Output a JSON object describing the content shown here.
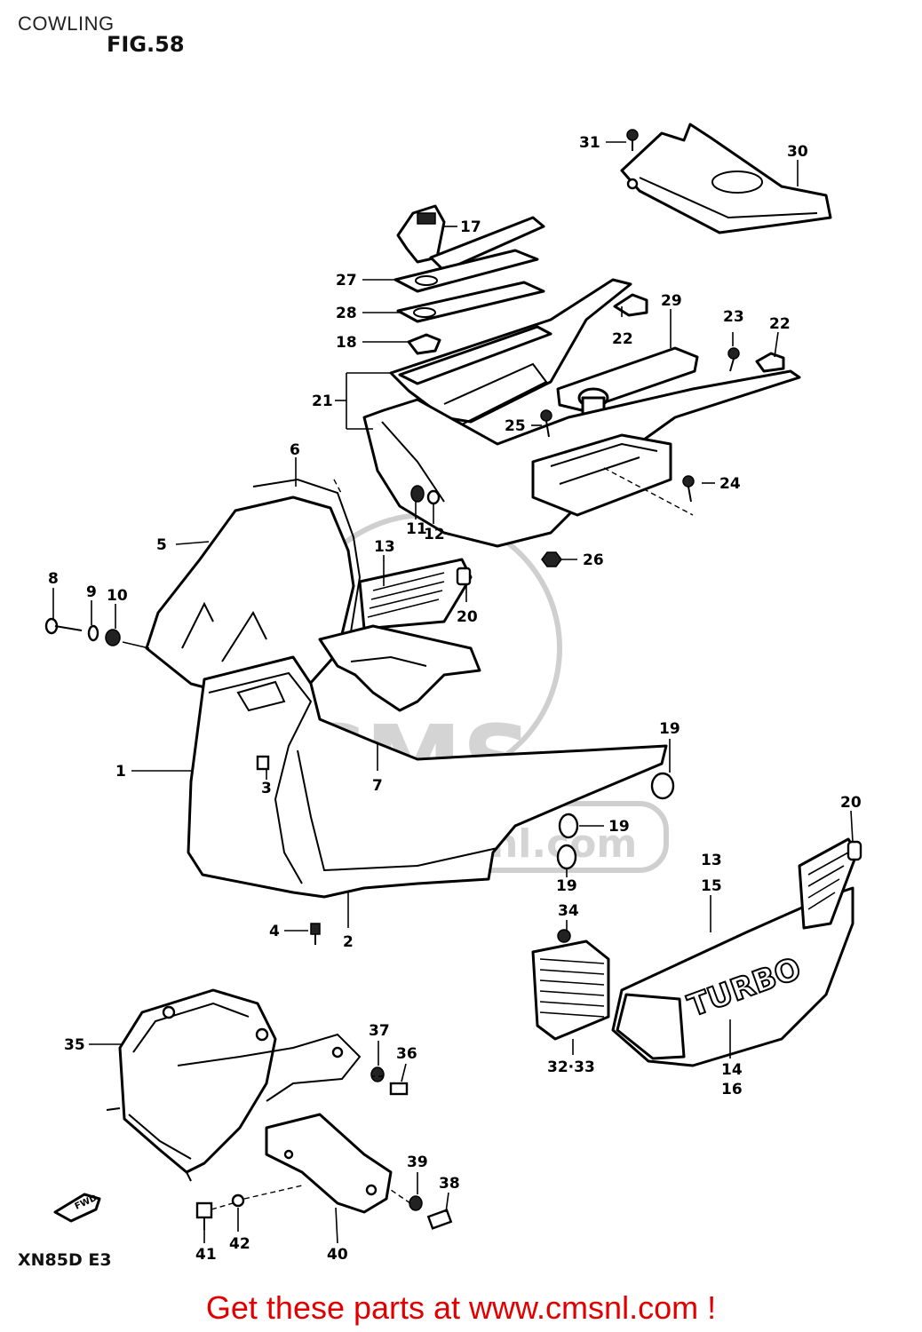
{
  "page": {
    "title": "COWLING",
    "figure": "FIG.58",
    "model_code": "XN85D  E3",
    "cta": "Get these parts at www.cmsnl.com !"
  },
  "watermark": {
    "brand": "CMS",
    "url": "www.cmsnl.com"
  },
  "diagram": {
    "fwd_arrow": "FWD",
    "panel_lettering": "TURBO",
    "callouts": {
      "c1": "1",
      "c2": "2",
      "c3": "3",
      "c4": "4",
      "c5": "5",
      "c6": "6",
      "c7": "7",
      "c8": "8",
      "c9": "9",
      "c10": "10",
      "c11": "11",
      "c12": "12",
      "c13a": "13",
      "c13b": "13",
      "c14": "14",
      "c15": "15",
      "c16": "16",
      "c17": "17",
      "c18": "18",
      "c19a": "19",
      "c19b": "19",
      "c19c": "19",
      "c20a": "20",
      "c20b": "20",
      "c21": "21",
      "c22a": "22",
      "c22b": "22",
      "c23": "23",
      "c24": "24",
      "c25": "25",
      "c26": "26",
      "c27": "27",
      "c28": "28",
      "c29": "29",
      "c30": "30",
      "c31": "31",
      "c32": "32·33",
      "c34": "34",
      "c35": "35",
      "c36": "36",
      "c37": "37",
      "c38": "38",
      "c39": "39",
      "c40": "40",
      "c41": "41",
      "c42": "42"
    }
  },
  "colors": {
    "cta": "#e00000",
    "ink": "#000000",
    "watermark": "#cfcfcf"
  }
}
